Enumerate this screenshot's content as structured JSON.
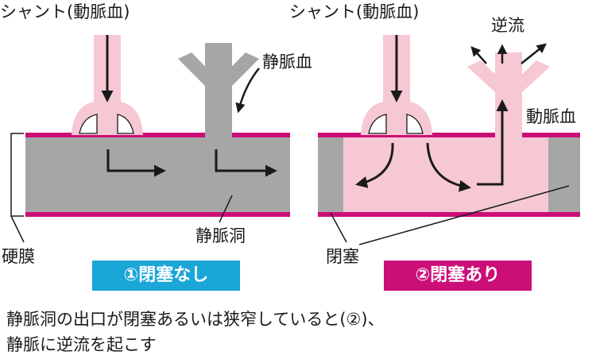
{
  "colors": {
    "pink_vessel": "#f6c8d3",
    "gray_sinus": "#a6a6a6",
    "dura_magenta": "#cc0f78",
    "badge_cyan": "#1ba6d8",
    "badge_magenta": "#cc0f78",
    "line_dark": "#1a1a1a"
  },
  "panel1": {
    "shunt_label": "シャント(動脈血)",
    "venous_blood_label": "静脈血",
    "sinus_label": "静脈洞",
    "dura_label": "硬膜",
    "badge": "①閉塞なし"
  },
  "panel2": {
    "shunt_label": "シャント(動脈血)",
    "reflux_label": "逆流",
    "arterial_blood_label": "動脈血",
    "occlusion_label": "閉塞",
    "badge": "②閉塞あり"
  },
  "caption": {
    "line1": "静脈洞の出口が閉塞あるいは狭窄していると(②)、",
    "line2": "静脈に逆流を起こす"
  }
}
